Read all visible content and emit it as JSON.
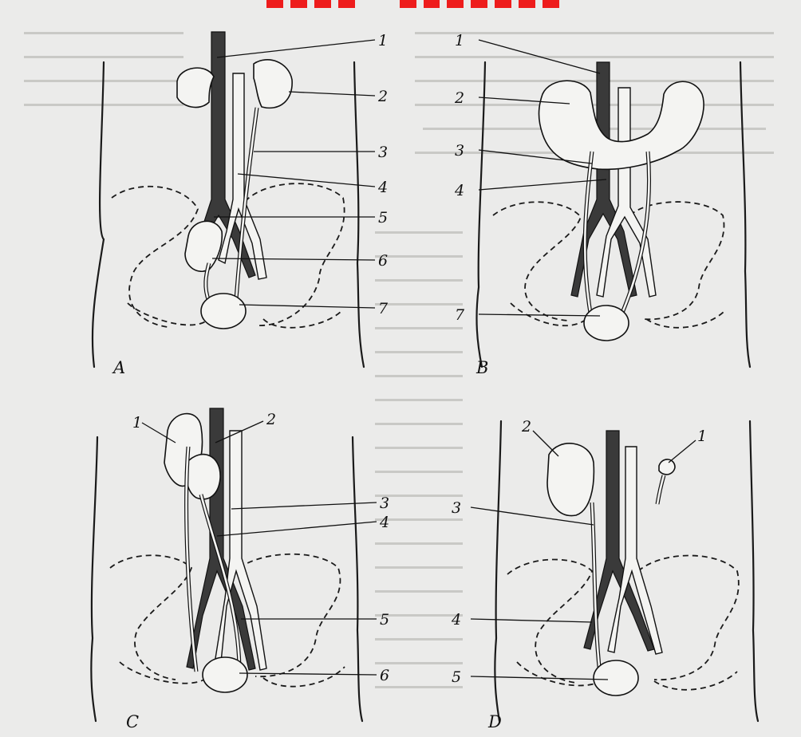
{
  "panels": [
    {
      "letter": "A",
      "callouts": [
        "1",
        "2",
        "3",
        "4",
        "5",
        "6",
        "7"
      ]
    },
    {
      "letter": "B",
      "callouts": [
        "1",
        "2",
        "3",
        "4",
        "7"
      ]
    },
    {
      "letter": "C",
      "callouts": [
        "1",
        "2",
        "3",
        "4",
        "5",
        "6"
      ]
    },
    {
      "letter": "D",
      "callouts": [
        "1",
        "2",
        "3",
        "4",
        "5"
      ]
    }
  ],
  "colors": {
    "top_mark": "#ee1c1c",
    "ink": "#111111",
    "paper": "#ebebea"
  }
}
